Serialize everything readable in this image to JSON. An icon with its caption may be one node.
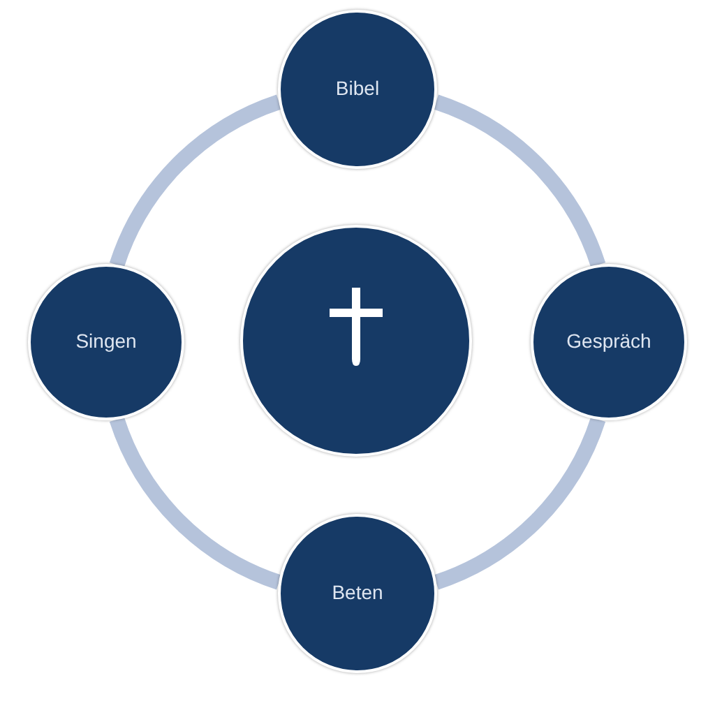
{
  "diagram": {
    "nodes": [
      {
        "text": [
          "Bibel"
        ]
      },
      {
        "text": [
          "Singen"
        ]
      },
      {
        "text": [],
        "shape": "circle"
      },
      {
        "text": [
          "Gespräch"
        ]
      },
      {
        "text": [
          "Beten"
        ]
      }
    ],
    "edges": [
      {
        "from": 0,
        "to": 3,
        "arrow": "none"
      },
      {
        "from": 3,
        "to": 4,
        "arrow": "none"
      },
      {
        "from": 4,
        "to": 1,
        "arrow": "none"
      },
      {
        "from": 1,
        "to": 0,
        "arrow": "none"
      }
    ]
  }
}
